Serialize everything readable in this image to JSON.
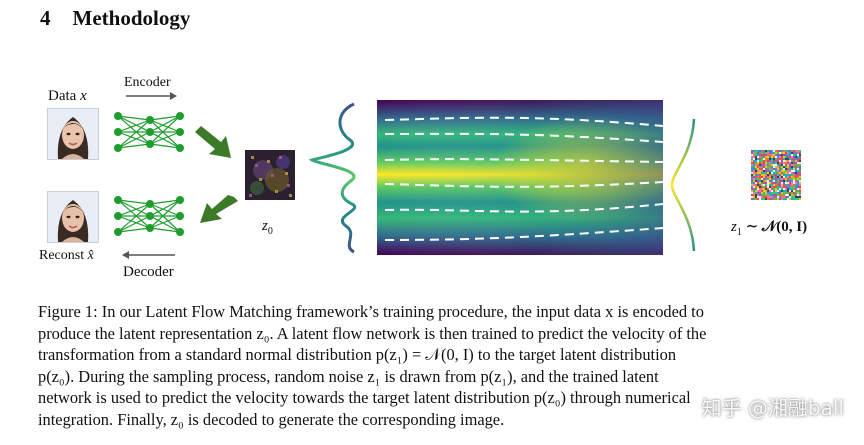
{
  "section": {
    "number": "4",
    "title": "Methodology"
  },
  "figure": {
    "data_label": "Data",
    "data_var": "x",
    "encoder_label": "Encoder",
    "decoder_label": "Decoder",
    "reconst_label": "Reconst",
    "reconst_var": "x̂",
    "z0_label": "z",
    "z0_sub": "0",
    "z1_label": "z",
    "z1_sub": "1",
    "z1_dist": "∼ 𝒩(0, I)"
  },
  "caption": {
    "line1": "Figure 1: In our Latent Flow Matching framework’s training procedure, the input data x is encoded to",
    "line2": "produce the latent representation z₀. A latent flow network is then trained to predict the velocity of the",
    "line3": "transformation from a standard normal distribution p(z₁) = 𝒩(0, I) to the target latent distribution",
    "line4": "p(z₀). During the sampling process, random noise z₁ is drawn from p(z₁), and the trained latent",
    "line5": "network is used to predict the velocity towards the target latent distribution p(z₀) through numerical",
    "line6": "integration. Finally, z₀ is decoded to generate the corresponding image."
  },
  "watermark": "知乎 @湘融ball",
  "colors": {
    "network_green": "#1e9c2e",
    "arrow_green": "#3d7a28",
    "flow_purple": "#440154",
    "flow_teal": "#21918c",
    "flow_yellow": "#fde725"
  }
}
